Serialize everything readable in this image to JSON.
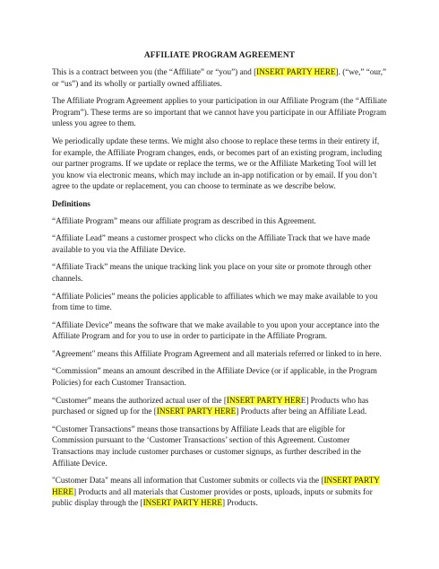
{
  "document": {
    "title": "AFFILIATE PROGRAM AGREEMENT",
    "definitions_heading": "Definitions",
    "paragraphs": [
      {
        "id": "intro",
        "parts": [
          {
            "t": "This is a contract between you (the “Affiliate” or “you”) and ["
          },
          {
            "t": "INSERT PARTY HERE",
            "hl": true
          },
          {
            "t": "]. (“we,” “our,” or “us”) and its wholly or partially owned affiliates."
          }
        ]
      },
      {
        "id": "applies",
        "parts": [
          {
            "t": "The Affiliate Program Agreement applies to your participation in our Affiliate Program (the “Affiliate Program”). These terms are so important that we cannot have you participate in our Affiliate Program unless you agree to them."
          }
        ]
      },
      {
        "id": "updates",
        "parts": [
          {
            "t": "We periodically update these terms. We might also choose to replace these terms in their entirety if, for example, the Affiliate Program changes, ends, or becomes part of an existing program, including our partner programs. If we update or replace the terms, we or the Affiliate Marketing Tool will let you know via electronic means, which may include an in-app notification or by email. If you don’t agree to the update or replacement, you can choose to terminate as we describe below."
          }
        ]
      }
    ],
    "definitions": [
      {
        "id": "affiliate-program",
        "parts": [
          {
            "t": "“Affiliate Program” means our affiliate program as described in this Agreement."
          }
        ]
      },
      {
        "id": "affiliate-lead",
        "parts": [
          {
            "t": "“Affiliate Lead” means a customer prospect who clicks on the Affiliate Track that we have made available to you via the Affiliate Device."
          }
        ]
      },
      {
        "id": "affiliate-track",
        "parts": [
          {
            "t": "“Affiliate Track” means the unique tracking link you place on your site or promote through other channels."
          }
        ]
      },
      {
        "id": "affiliate-policies",
        "parts": [
          {
            "t": "“Affiliate Policies” means the policies applicable to affiliates which we may make available to you from time to time."
          }
        ]
      },
      {
        "id": "affiliate-device",
        "parts": [
          {
            "t": "“Affiliate Device” means the software that we make available to you upon your acceptance into the Affiliate Program and for you to use in order to participate in the Affiliate Program."
          }
        ]
      },
      {
        "id": "agreement",
        "parts": [
          {
            "t": "\"Agreement\" means this Affiliate Program Agreement and all materials referred or linked to in here."
          }
        ]
      },
      {
        "id": "commission",
        "parts": [
          {
            "t": "“Commission” means an amount described in the Affiliate Device (or if applicable, in the Program Policies) for each Customer Transaction."
          }
        ]
      },
      {
        "id": "customer",
        "parts": [
          {
            "t": "“Customer” means the authorized actual user of the ["
          },
          {
            "t": "INSERT PARTY HER",
            "hl": true
          },
          {
            "t": "E] Products who has purchased or signed up for the ["
          },
          {
            "t": "INSERT PARTY HERE",
            "hl": true
          },
          {
            "t": "] Products after being an Affiliate Lead."
          }
        ]
      },
      {
        "id": "customer-transactions",
        "parts": [
          {
            "t": "“Customer Transactions” means those transactions by Affiliate Leads that are eligible for Commission pursuant to the ‘Customer Transactions’ section of this Agreement. Customer Transactions may include customer purchases or customer signups, as further described in the Affiliate Device."
          }
        ]
      },
      {
        "id": "customer-data",
        "parts": [
          {
            "t": "\"Customer Data\" means all information that Customer submits or collects via the ["
          },
          {
            "t": "INSERT PARTY HERE",
            "hl": true
          },
          {
            "t": "] Products and all materials that Customer provides or posts, uploads, inputs or submits for public display through the ["
          },
          {
            "t": "INSERT PARTY HERE",
            "hl": true
          },
          {
            "t": "] Products."
          }
        ]
      }
    ],
    "highlight_color": "#ffff33"
  }
}
